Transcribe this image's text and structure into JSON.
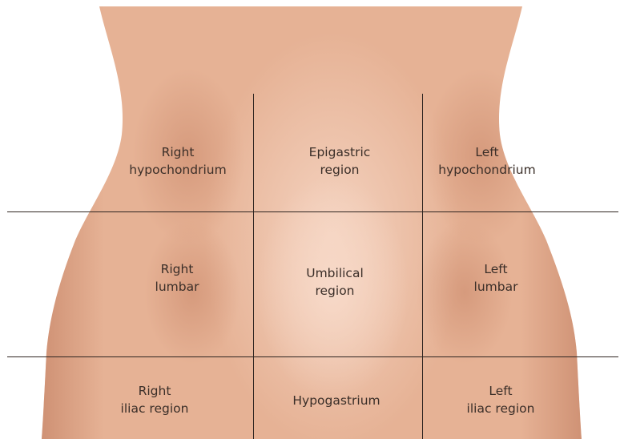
{
  "colors": {
    "skin_base": "#e8b89b",
    "skin_shadow": "#cc8f72",
    "skin_highlight": "#f6d4c1",
    "line": "#2e2420",
    "text": "#3a2e28"
  },
  "regions": {
    "right_hypochondrium": "Right\nhypochondrium",
    "epigastric": "Epigastric\nregion",
    "left_hypochondrium": "Left\nhypochondrium",
    "right_lumbar": "Right\nlumbar",
    "umbilical": "Umbilical\nregion",
    "left_lumbar": "Left\nlumbar",
    "right_iliac": "Right\niliac region",
    "hypogastrium": "Hypogastrium",
    "left_iliac": "Left\niliac region"
  }
}
